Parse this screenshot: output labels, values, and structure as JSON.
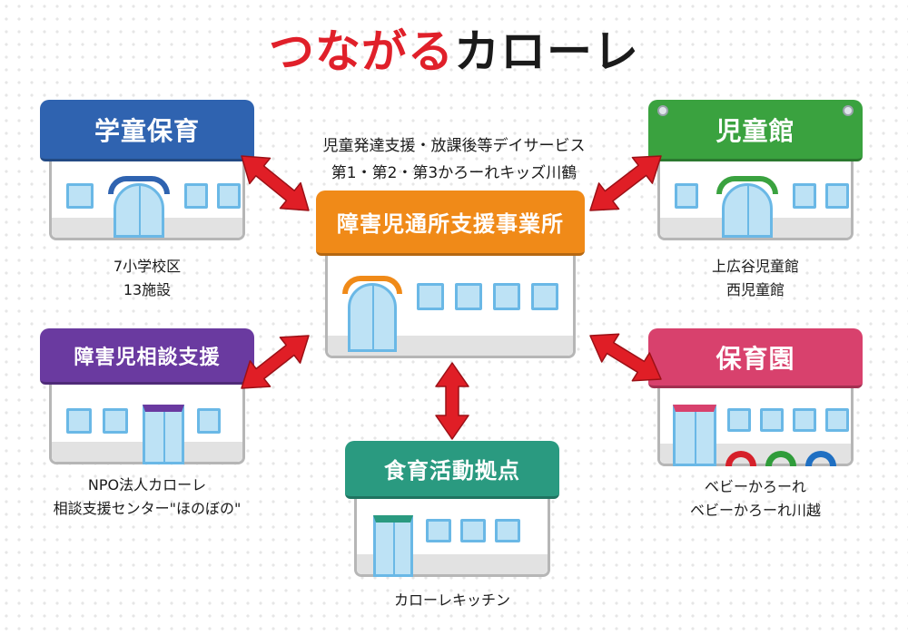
{
  "title": {
    "part1": "つながる",
    "part2": "カローレ"
  },
  "center": {
    "name": "障害児通所支援事業所",
    "services_line1": "児童発達支援・放課後等デイサービス",
    "services_line2": "第1・第2・第3かろーれキッズ川鶴",
    "color": "#f08a18"
  },
  "nodes": [
    {
      "id": "gakudo",
      "name": "学童保育",
      "color": "#2f63b0",
      "caption_line1": "7小学校区",
      "caption_line2": "13施設"
    },
    {
      "id": "jidokan",
      "name": "児童館",
      "color": "#3aa23f",
      "caption_line1": "上広谷児童館",
      "caption_line2": "西児童館"
    },
    {
      "id": "soudan",
      "name": "障害児相談支援",
      "color": "#6a3aa0",
      "caption_line1": "NPO法人カローレ",
      "caption_line2": "相談支援センター\"ほのぼの\""
    },
    {
      "id": "hoikuen",
      "name": "保育園",
      "color": "#d8416d",
      "caption_line1": "ベビーかろーれ",
      "caption_line2": "ベビーかろーれ川越"
    },
    {
      "id": "shokuiku",
      "name": "食育活動拠点",
      "color": "#2a9a80",
      "caption_line1": "カローレキッチン"
    }
  ],
  "arrow_color": "#e01e26",
  "window_color": "#bde2f5"
}
